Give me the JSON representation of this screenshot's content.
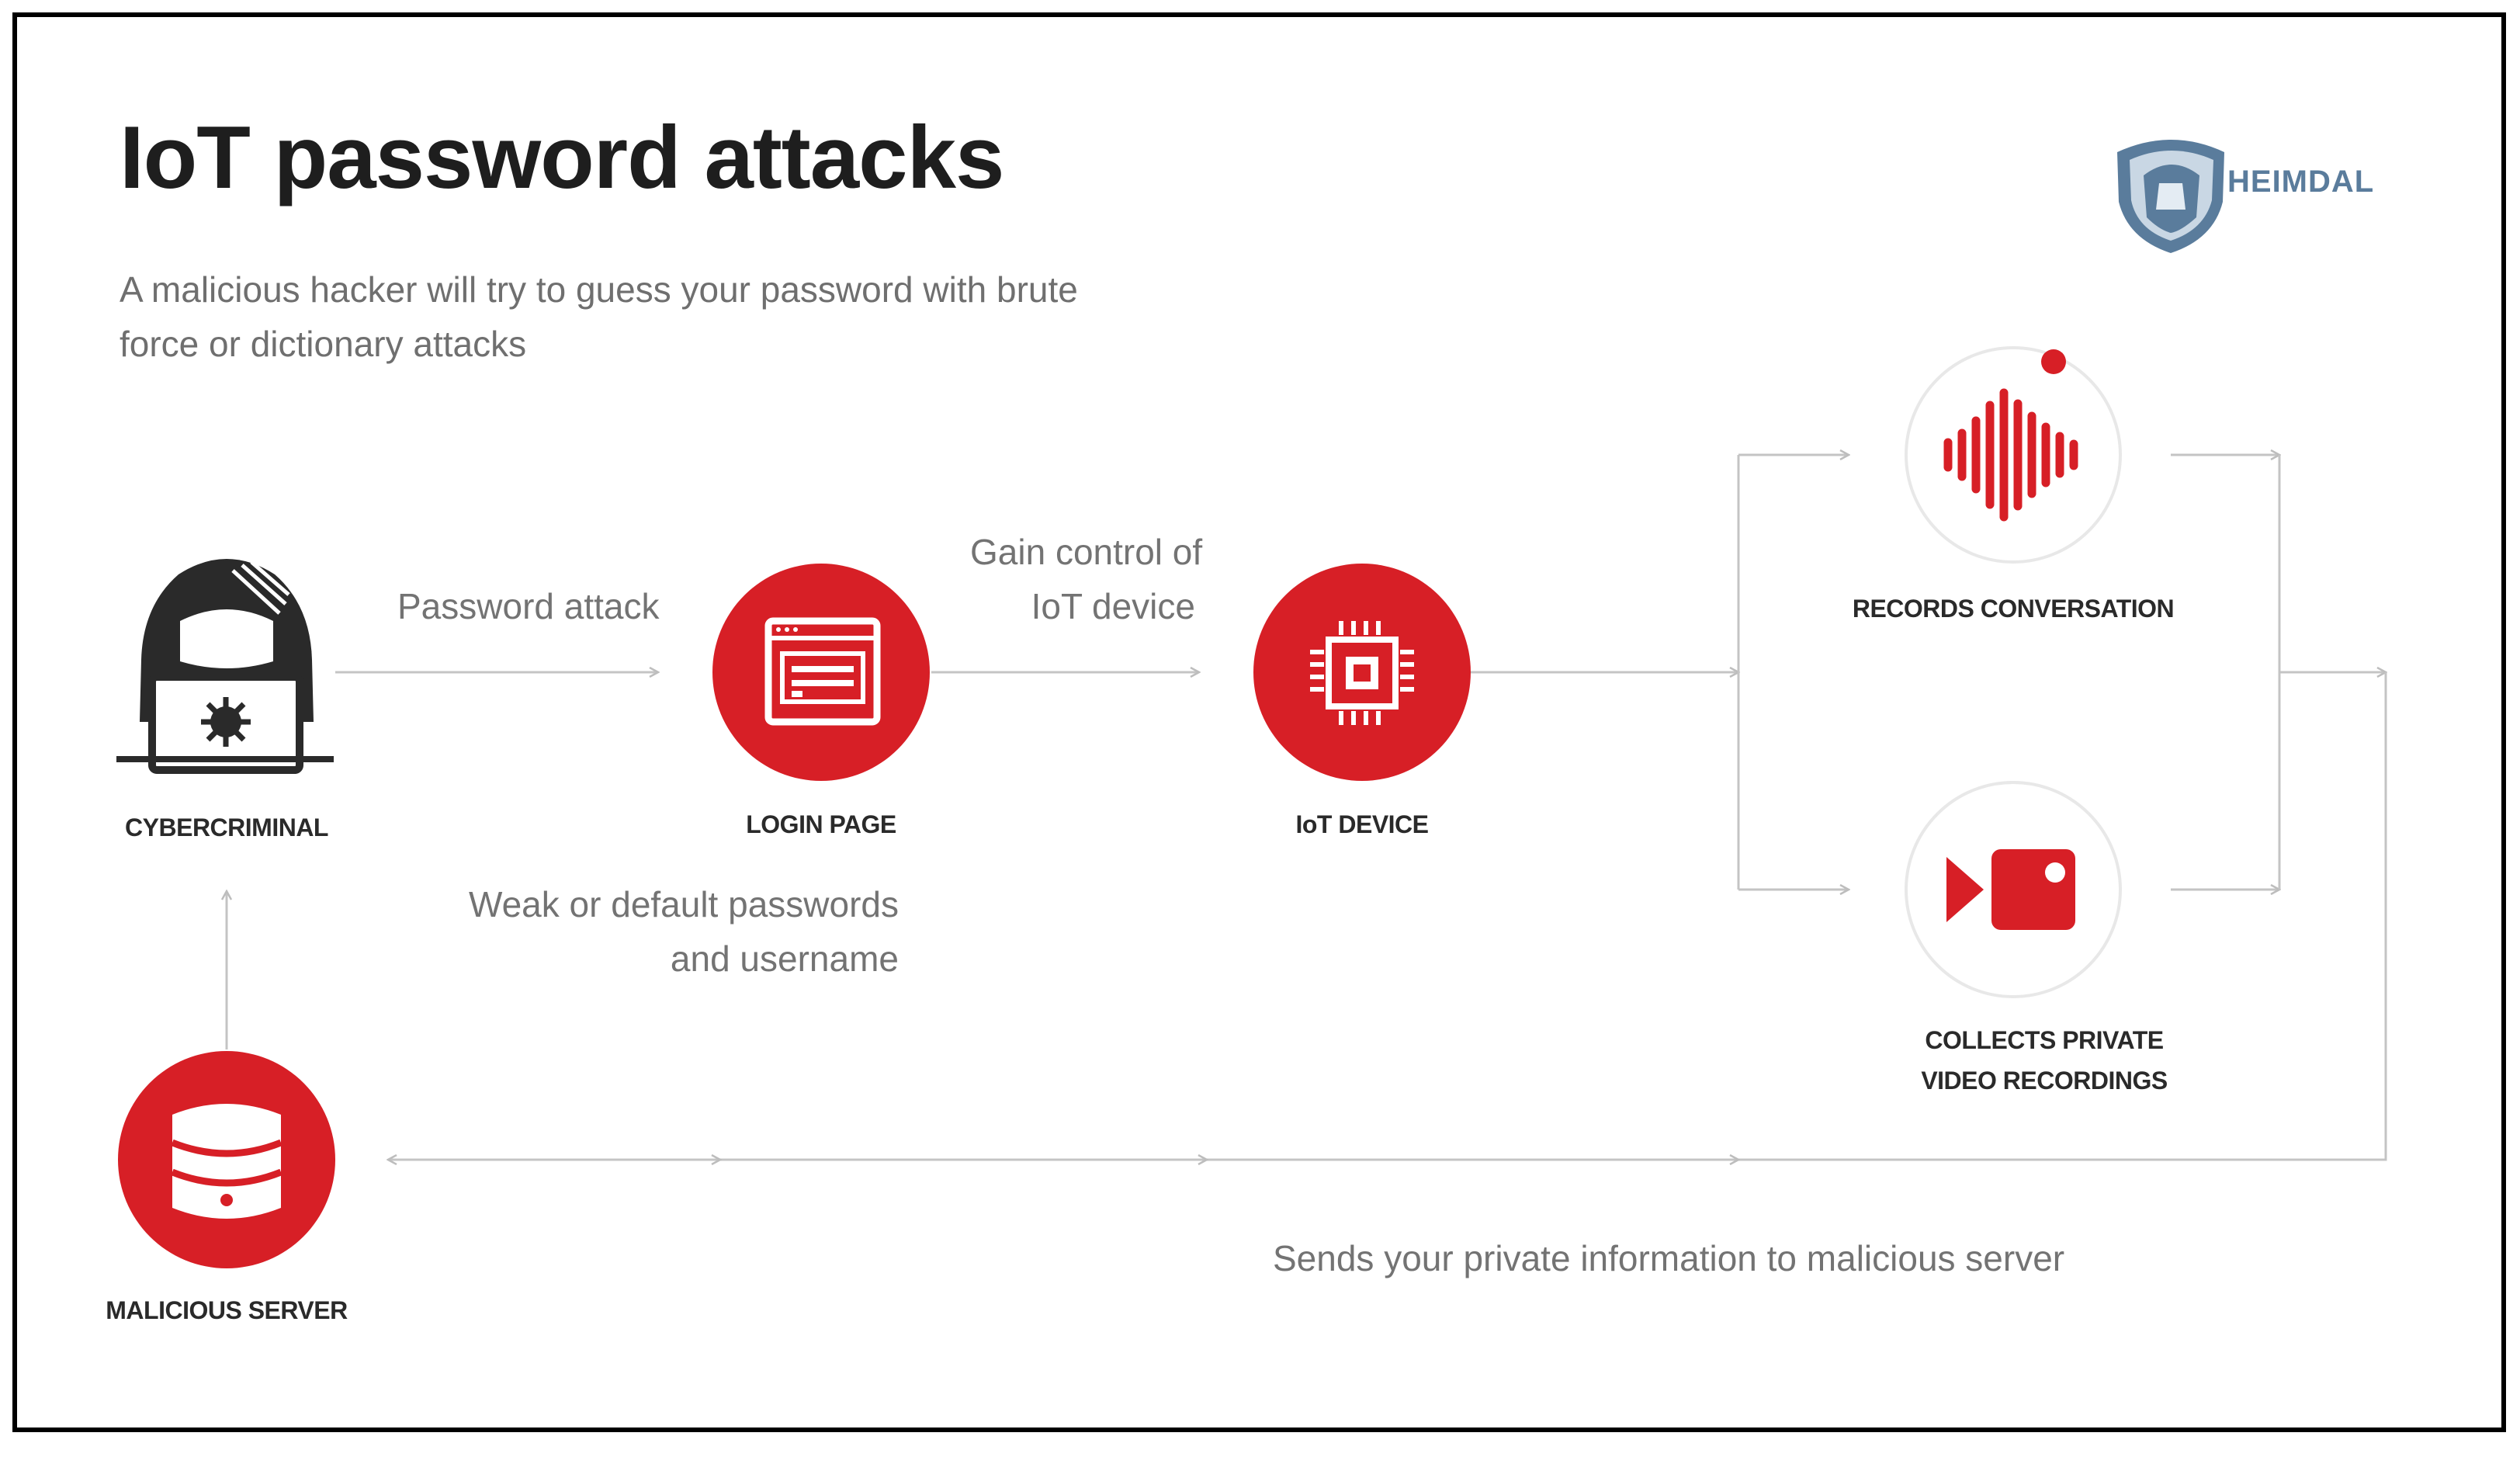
{
  "header": {
    "title": "IoT password attacks",
    "subtitle": "A malicious hacker will try to guess your password with brute force or dictionary attacks"
  },
  "logo": {
    "name": "HEIMDAL"
  },
  "nodes": {
    "cybercriminal": "CYBERCRIMINAL",
    "login_page": "LOGIN PAGE",
    "iot_device": "IoT DEVICE",
    "records_conversation": "RECORDS CONVERSATION",
    "collects_line1": "COLLECTS PRIVATE",
    "collects_line2": "VIDEO RECORDINGS",
    "malicious_server": "MALICIOUS SERVER"
  },
  "edges": {
    "password_attack": "Password attack",
    "gain_control_line1": "Gain control of",
    "gain_control_line2": "IoT device",
    "weak_line1": "Weak or default passwords",
    "weak_line2": "and username",
    "sends_info": "Sends your private information to malicious server"
  },
  "icons": {
    "hacker": "hacker-icon",
    "login": "browser-window-icon",
    "iot": "chip-icon",
    "audio": "sound-wave-icon",
    "video": "video-camera-icon",
    "server": "database-icon",
    "logo": "shield-logo-icon"
  },
  "colors": {
    "accent_red": "#d71f26",
    "title": "#1e1e1e",
    "body_text": "#737373",
    "connector": "#c4c4c4",
    "logo_blue": "#5a7c9c"
  }
}
